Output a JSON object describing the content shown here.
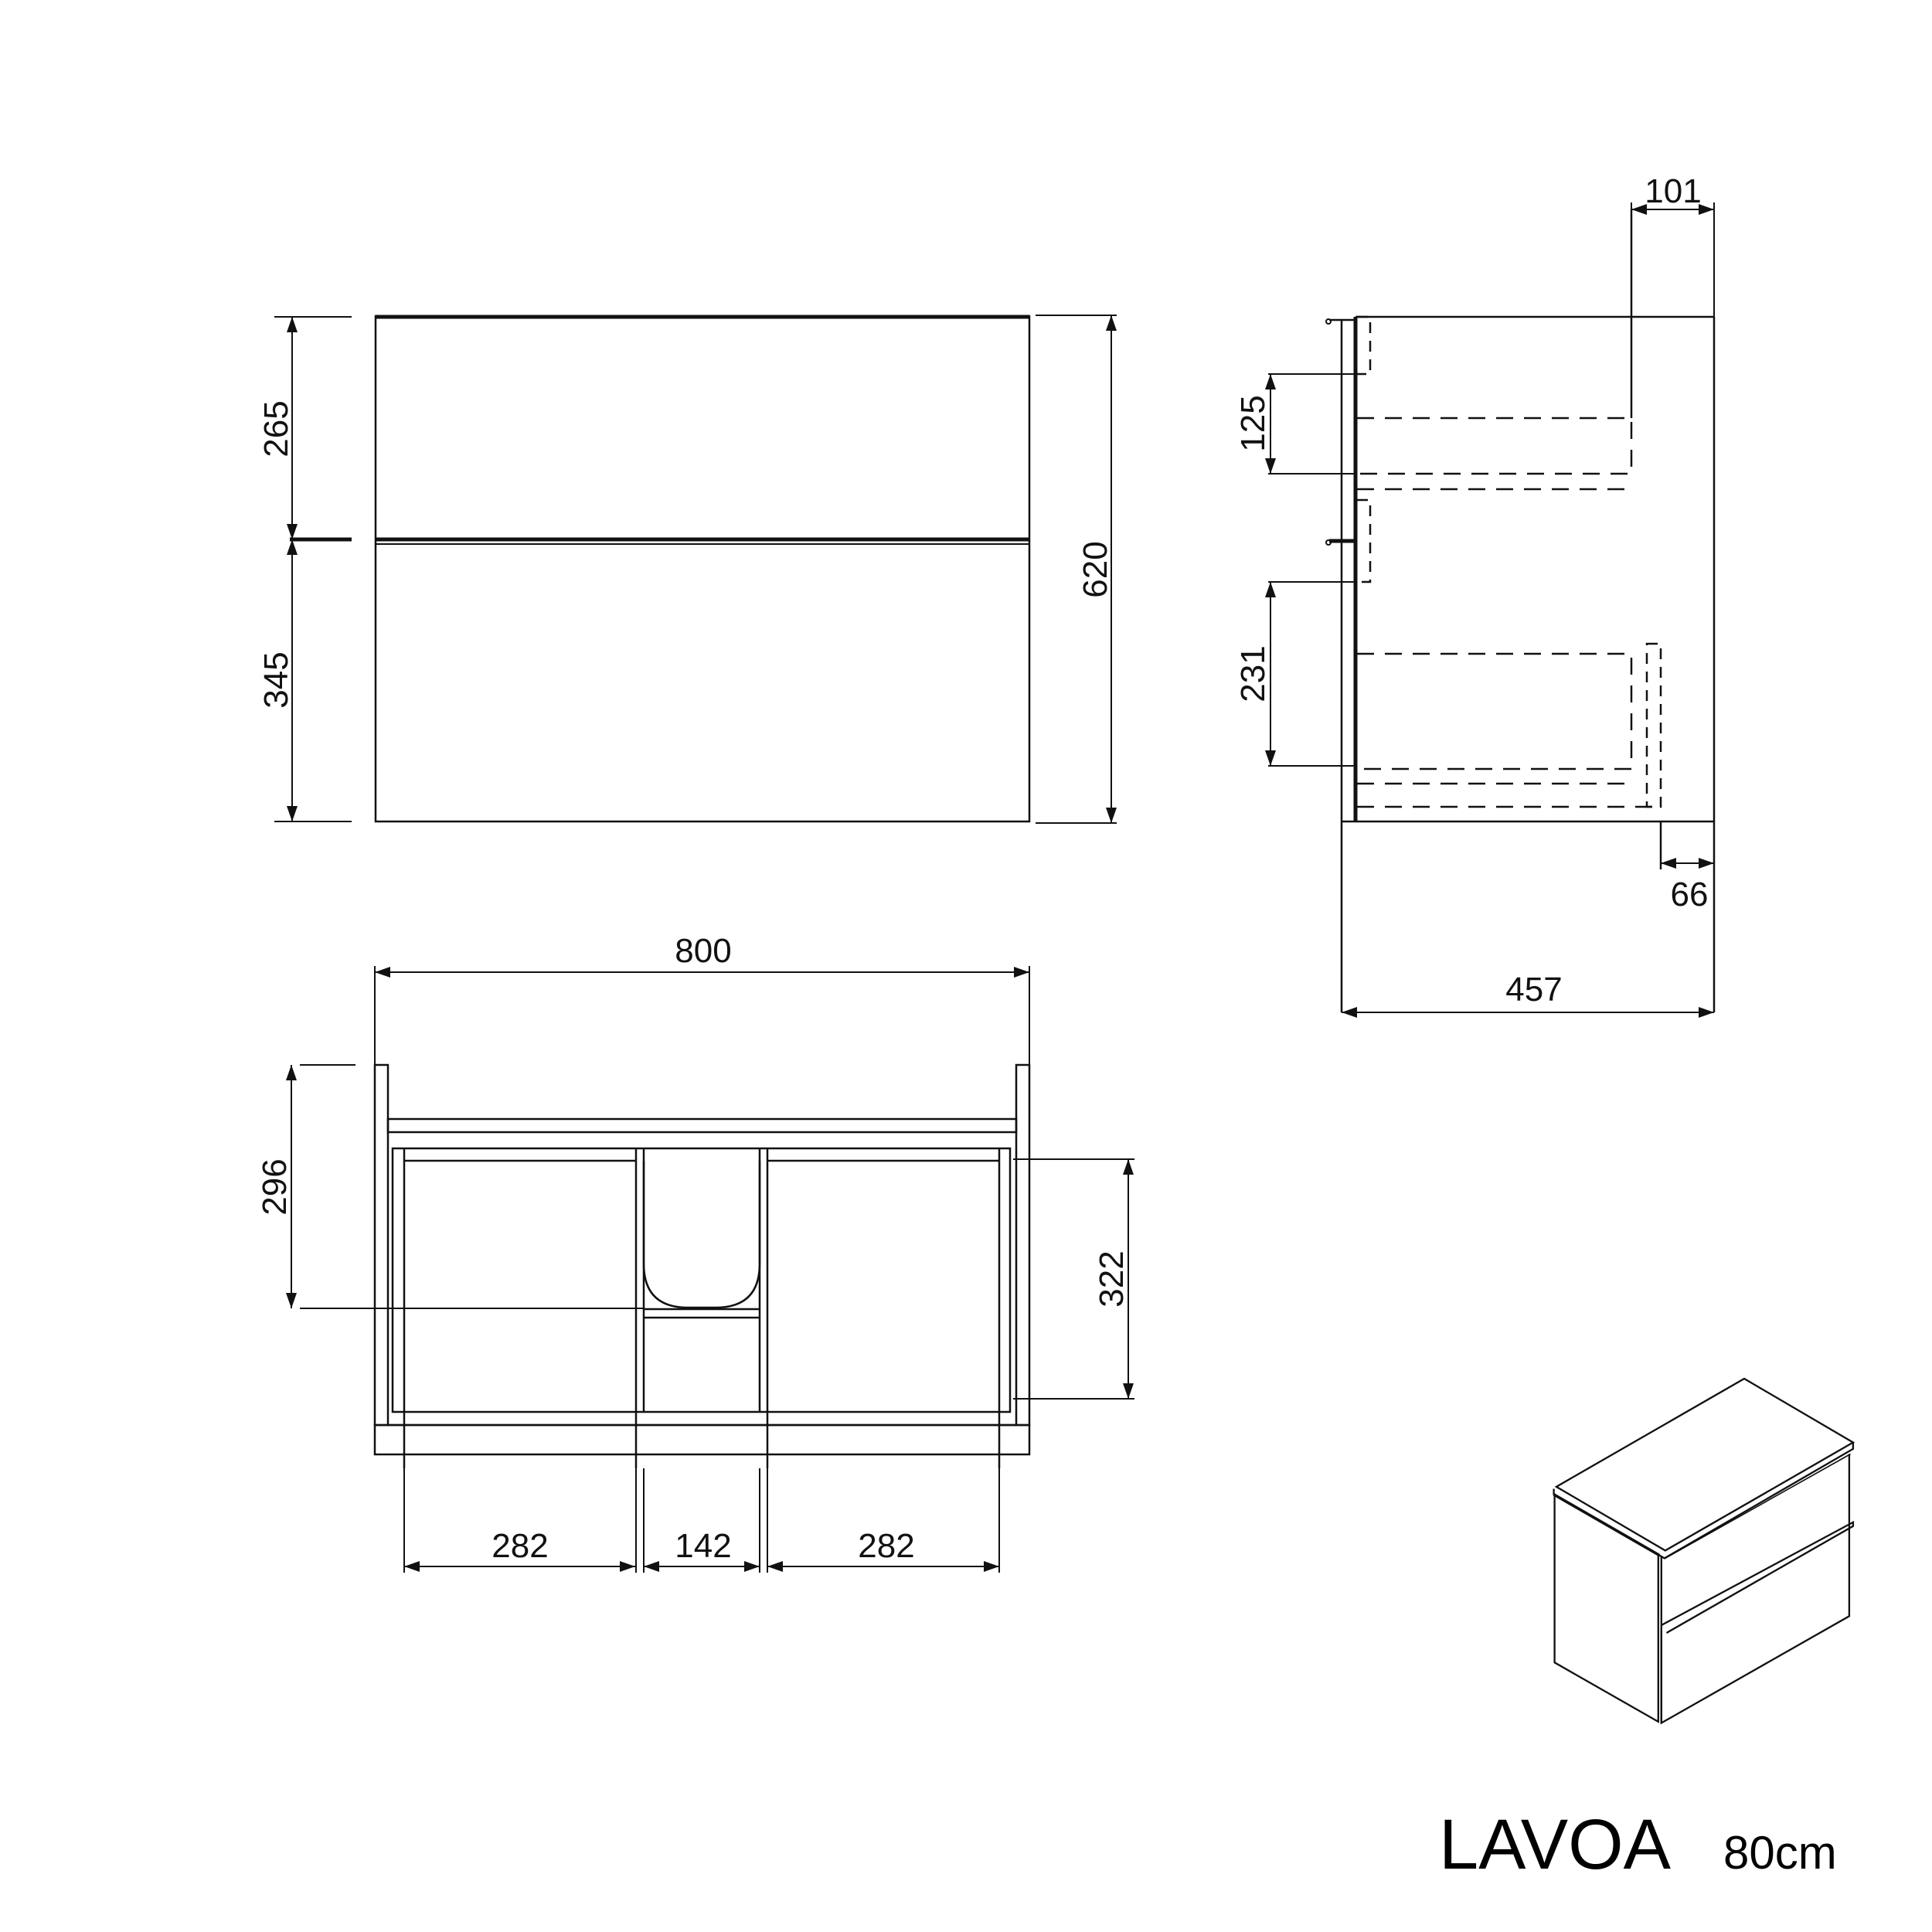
{
  "title": {
    "name": "LAVOA",
    "size": "80cm"
  },
  "units": "mm",
  "front_view": {
    "dimensions": {
      "top_drawer_height": "265",
      "bottom_drawer_height": "345",
      "total_height": "620"
    }
  },
  "side_view": {
    "dimensions": {
      "top_offset": "101",
      "top_drawer_inner": "125",
      "bottom_drawer_inner": "231",
      "bottom_offset": "66",
      "depth": "457"
    }
  },
  "plan_view": {
    "dimensions": {
      "width": "800",
      "depth_to_cutout": "296",
      "inner_depth": "322",
      "left_compartment": "282",
      "center_compartment": "142",
      "right_compartment": "282"
    }
  },
  "colors": {
    "line": "#111111",
    "background": "#ffffff"
  }
}
